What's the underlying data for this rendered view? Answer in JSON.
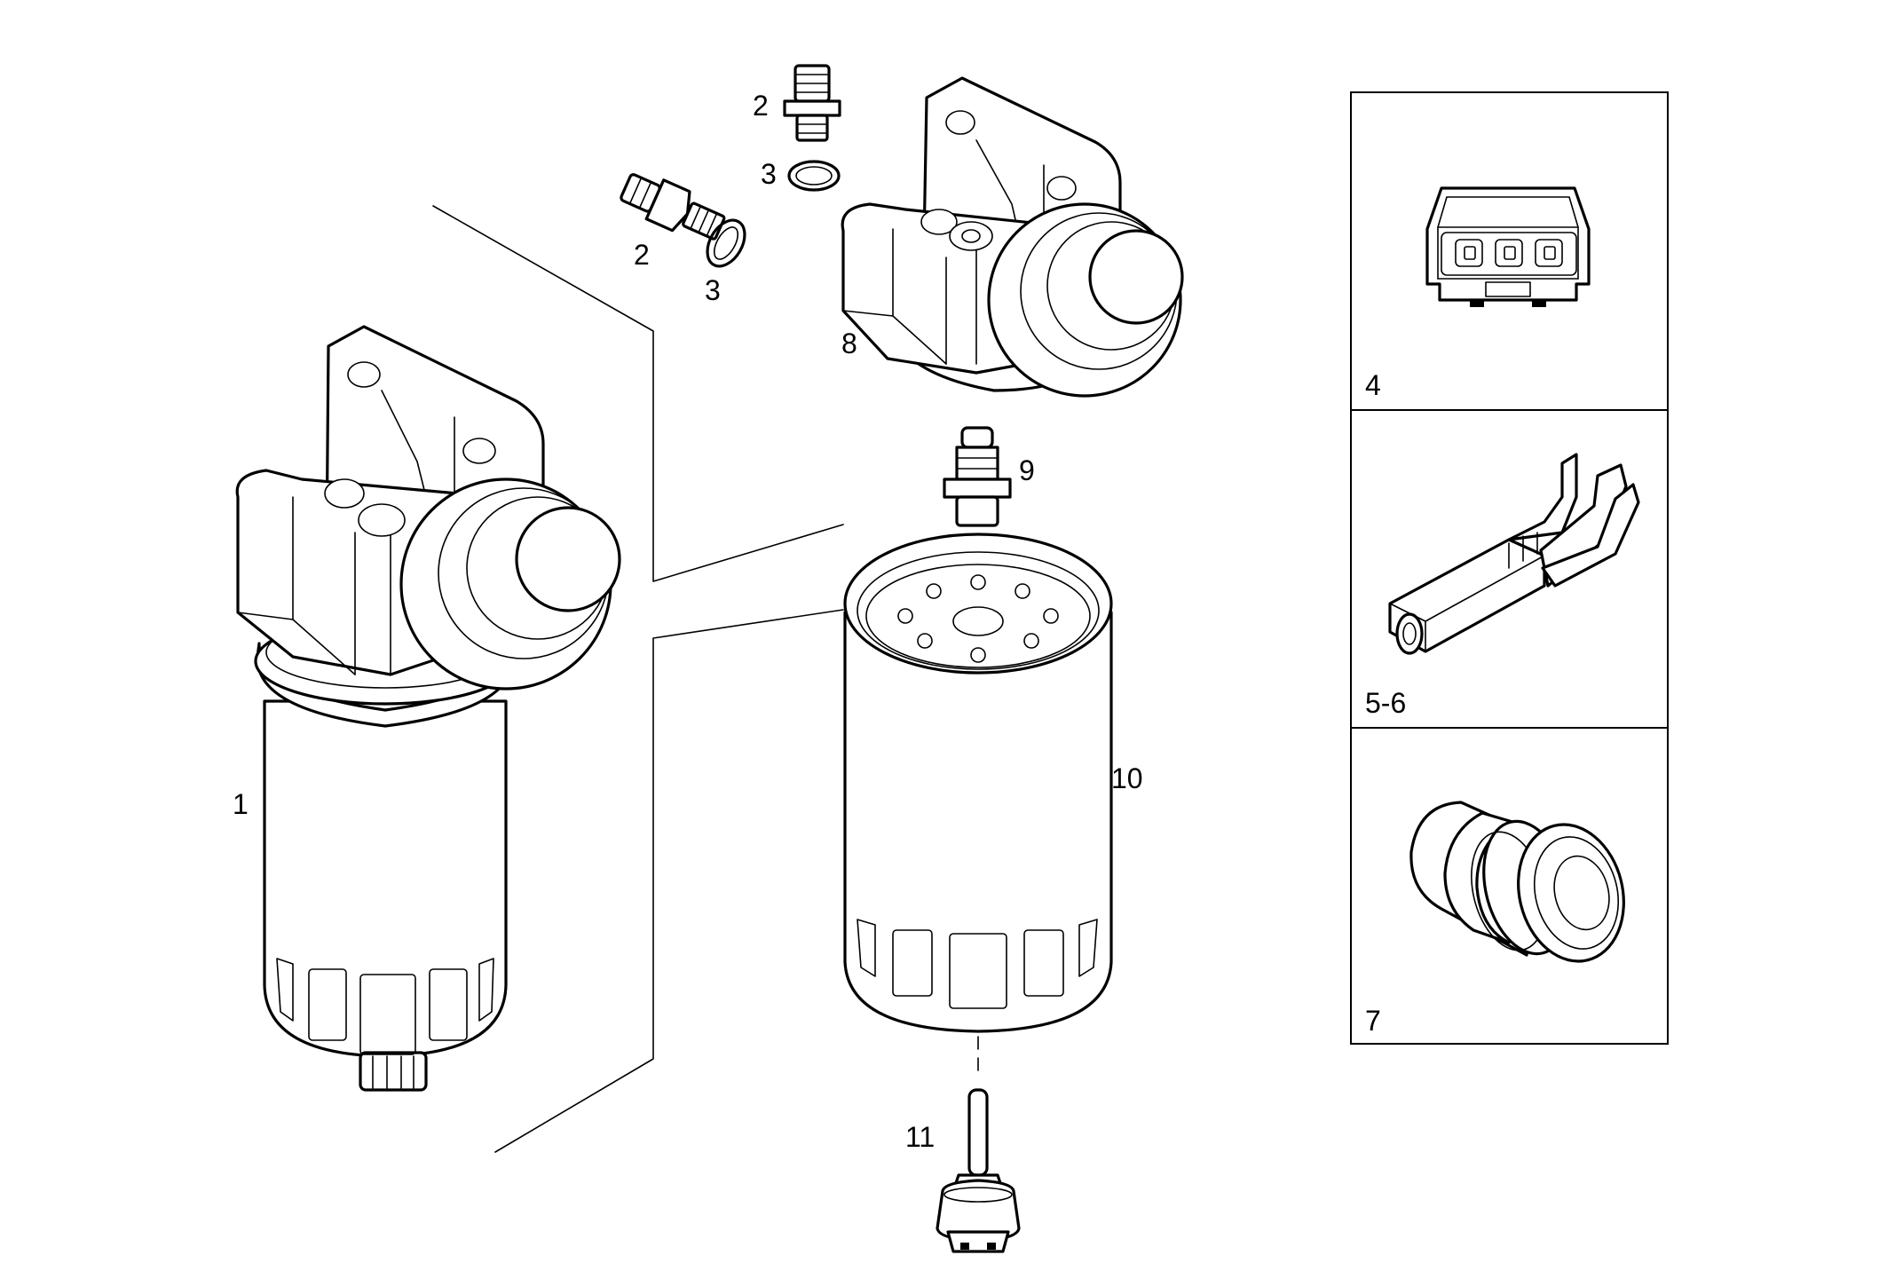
{
  "callouts": {
    "c1": "1",
    "c2a": "2",
    "c2b": "2",
    "c3a": "3",
    "c3b": "3",
    "c8": "8",
    "c9": "9",
    "c10": "10",
    "c11": "11"
  },
  "detail_panels": [
    {
      "label": "4",
      "part": "connector-housing"
    },
    {
      "label": "5-6",
      "part": "terminal-pin"
    },
    {
      "label": "7",
      "part": "seal-plug"
    }
  ],
  "colors": {
    "line": "#000000",
    "background": "#ffffff"
  }
}
